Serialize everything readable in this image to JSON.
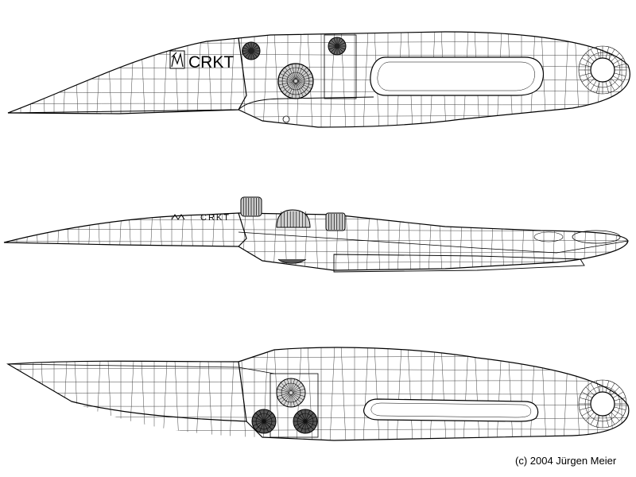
{
  "views": [
    {
      "name": "side-view-left",
      "logo_text": "CRKT"
    },
    {
      "name": "top-view",
      "logo_text": "CRKT"
    },
    {
      "name": "side-view-right"
    }
  ],
  "credit": "(c) 2004 Jürgen Meier",
  "colors": {
    "line": "#000000",
    "background": "#ffffff"
  }
}
